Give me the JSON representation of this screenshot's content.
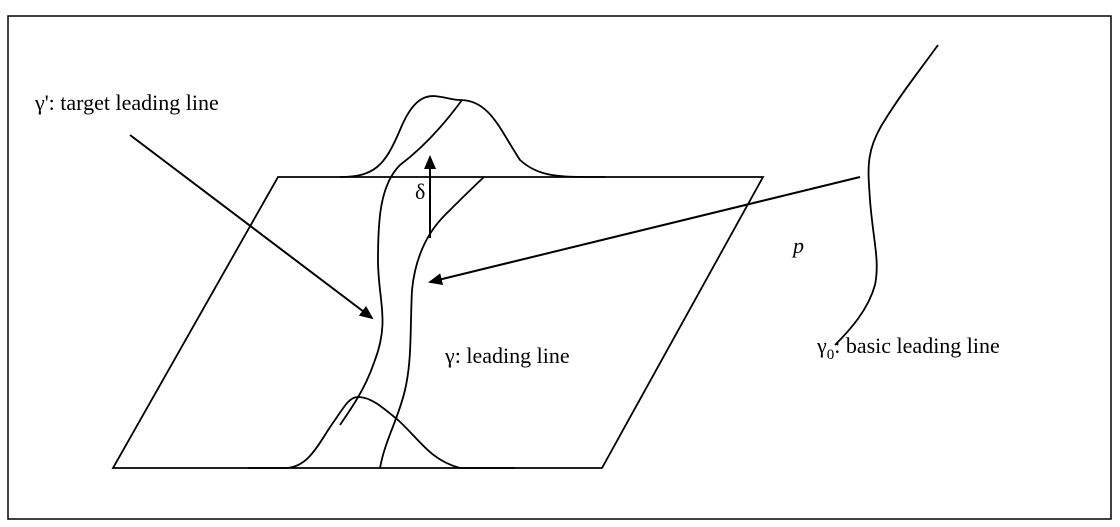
{
  "labels": {
    "target_leading_line": "γ': target leading line",
    "leading_line": "γ: leading line",
    "basic_leading_line_symbol": "γ",
    "basic_leading_line_subscript": "0",
    "basic_leading_line_text": ": basic leading line",
    "delta": "δ",
    "point": "p"
  }
}
